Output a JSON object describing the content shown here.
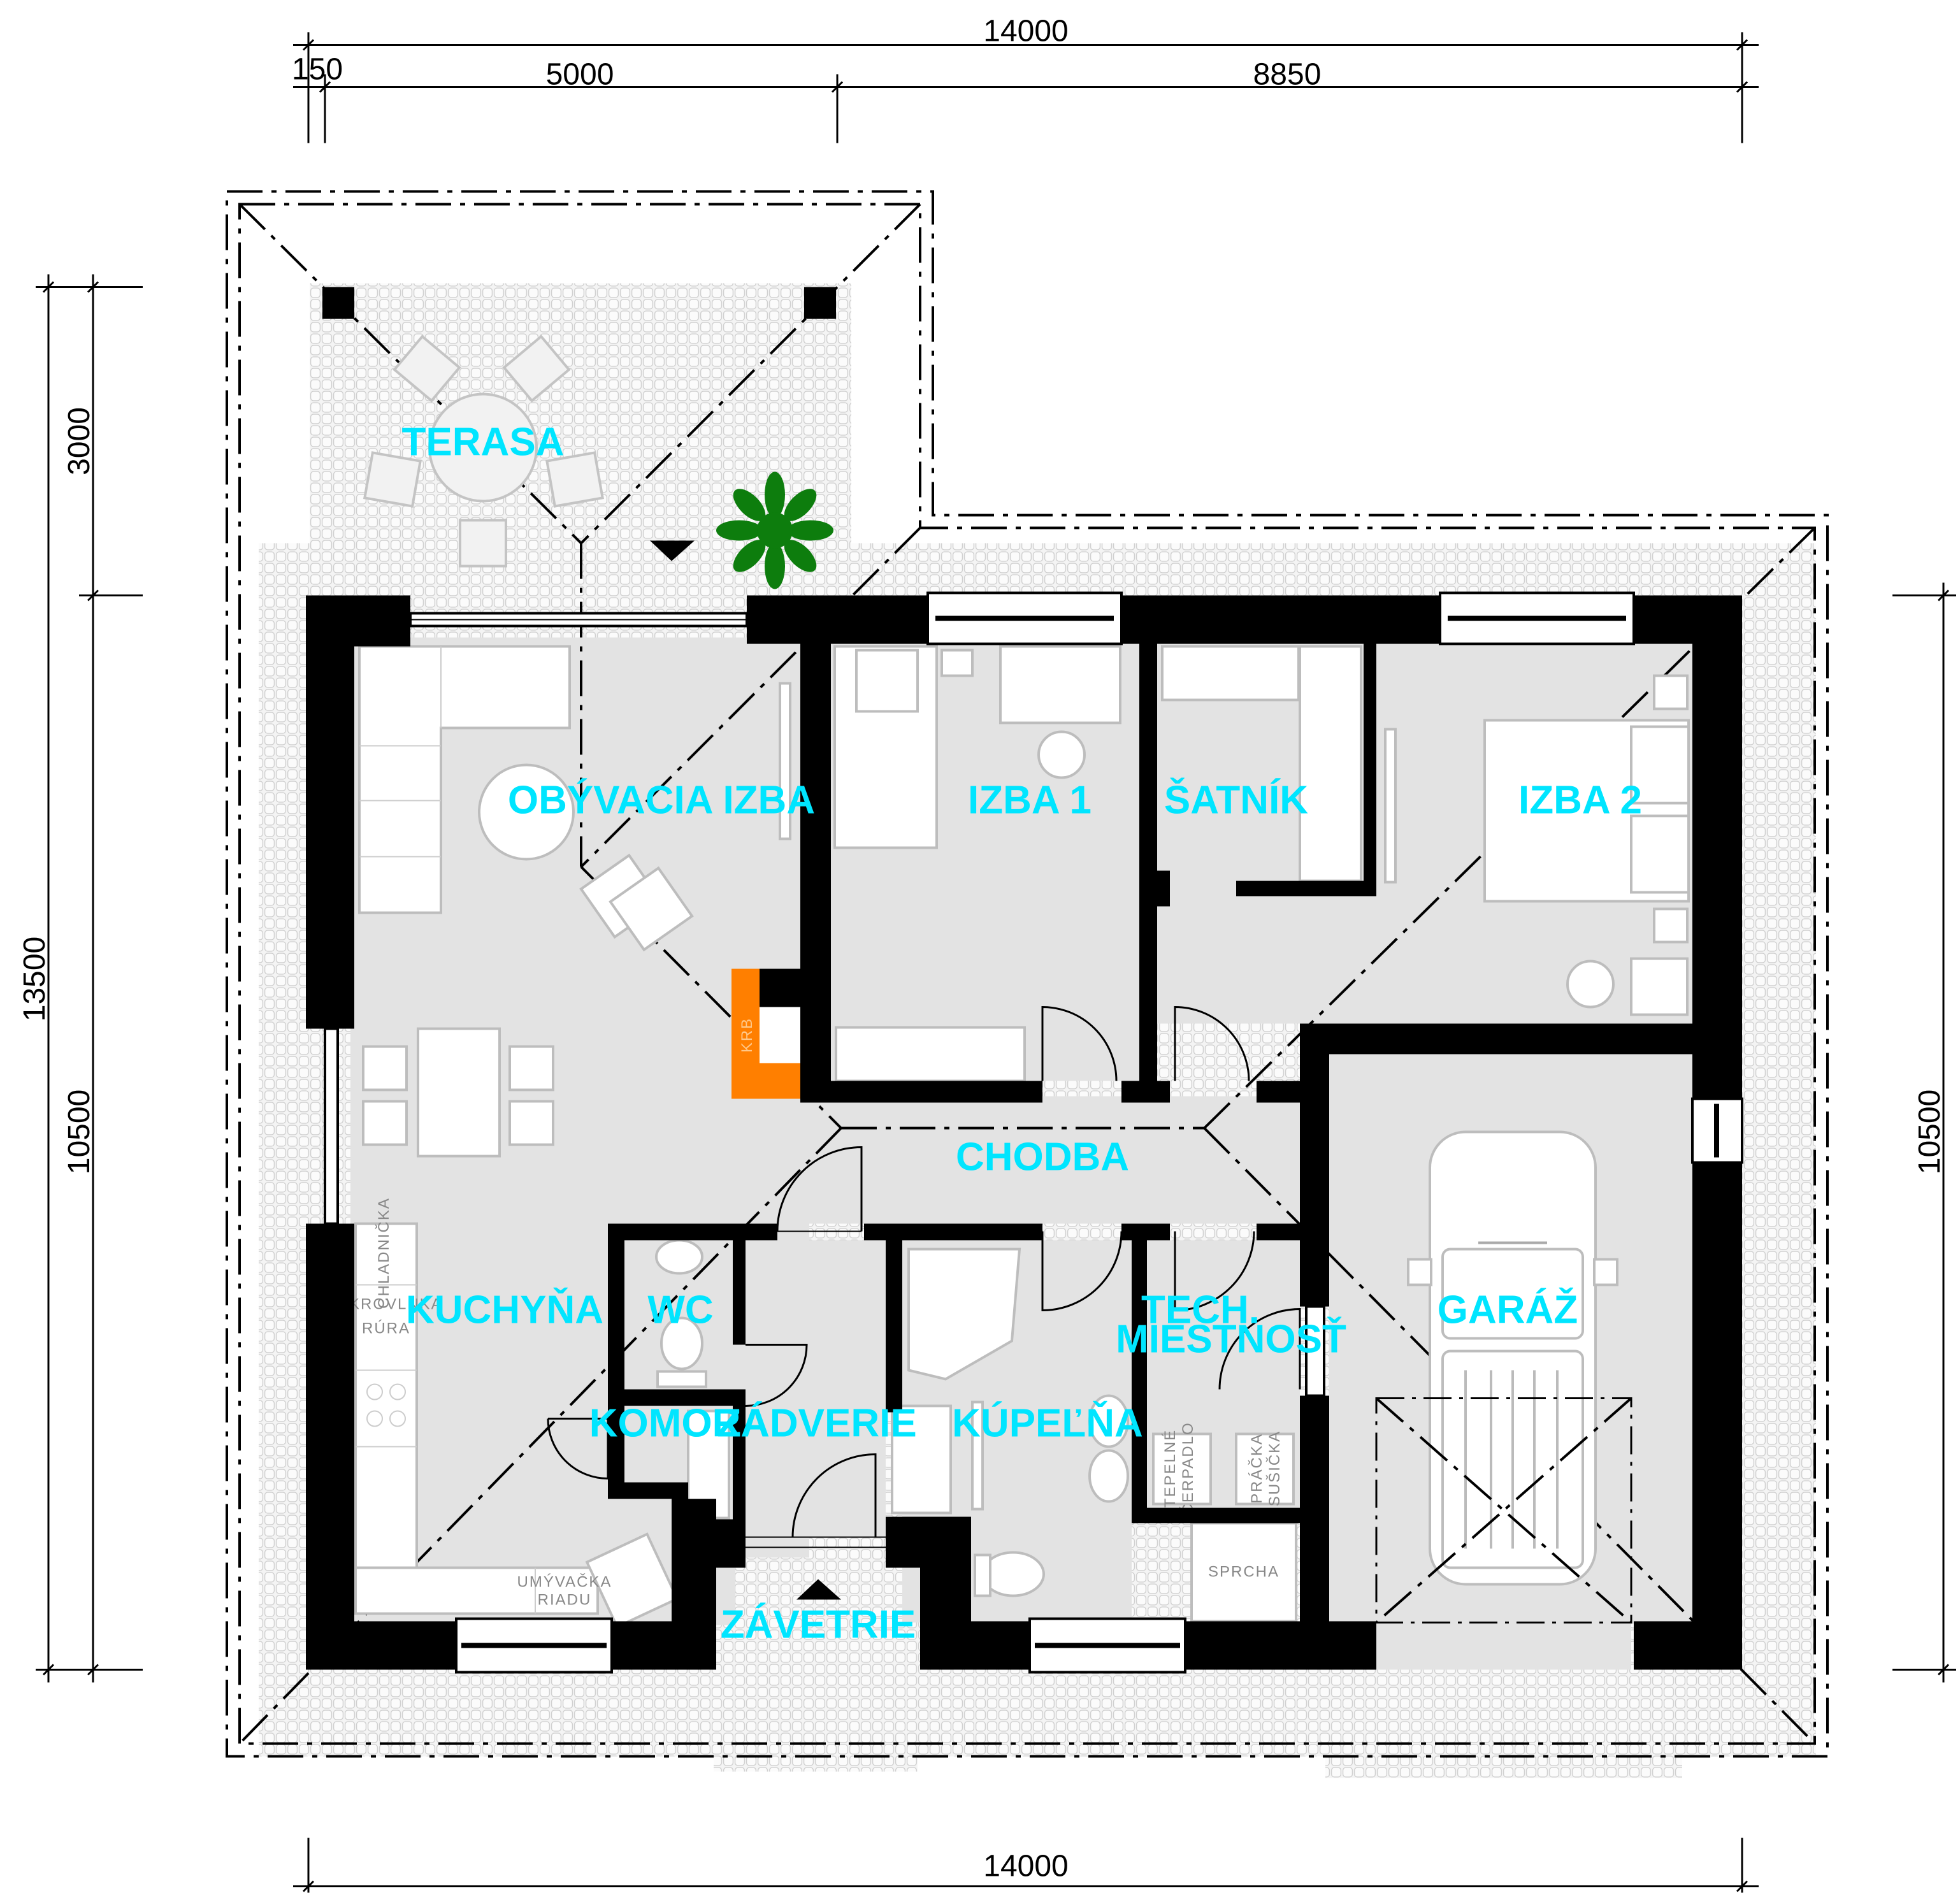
{
  "rooms": {
    "terasa": "TERASA",
    "obyvacia": "OBÝVACIA IZBA",
    "izba1": "IZBA 1",
    "satnik": "ŠATNÍK",
    "izba2": "IZBA 2",
    "chodba": "CHODBA",
    "kuchyna": "KUCHYŇA",
    "wc": "WC",
    "komora": "KOMORA",
    "zadverie": "ZÁDVERIE",
    "kupelna": "KÚPEĽŇA",
    "tech1": "TECH.",
    "tech2": "MIESTNOSŤ",
    "garaz": "GARÁŽ",
    "zavetrie": "ZÁVETRIE"
  },
  "fixtures": {
    "chladnicka": "CHLADNIČKA",
    "mikrovlnka": "MIKROVLNKA",
    "rura": "RÚRA",
    "umyvacka1": "UMÝVAČKA",
    "umyvacka2": "RIADU",
    "tepelne1": "TEPELNÉ",
    "tepelne2": "ČERPADLO",
    "pracka1": "PRÁČKA",
    "pracka2": "SUŠIČKA",
    "sprcha": "SPRCHA",
    "krb": "KRB"
  },
  "dimensions": {
    "top_total": "14000",
    "top_a": "150",
    "top_b": "5000",
    "top_c": "8850",
    "left_a": "3000",
    "left_b": "10500",
    "left_total": "13500",
    "right": "10500",
    "bottom_total": "14000"
  },
  "colors": {
    "walls": "#000000",
    "floor": "#e3e3e3",
    "labels": "#00e5ff",
    "fireplace": "#ff7f00",
    "plant": "#0d7d0d"
  }
}
